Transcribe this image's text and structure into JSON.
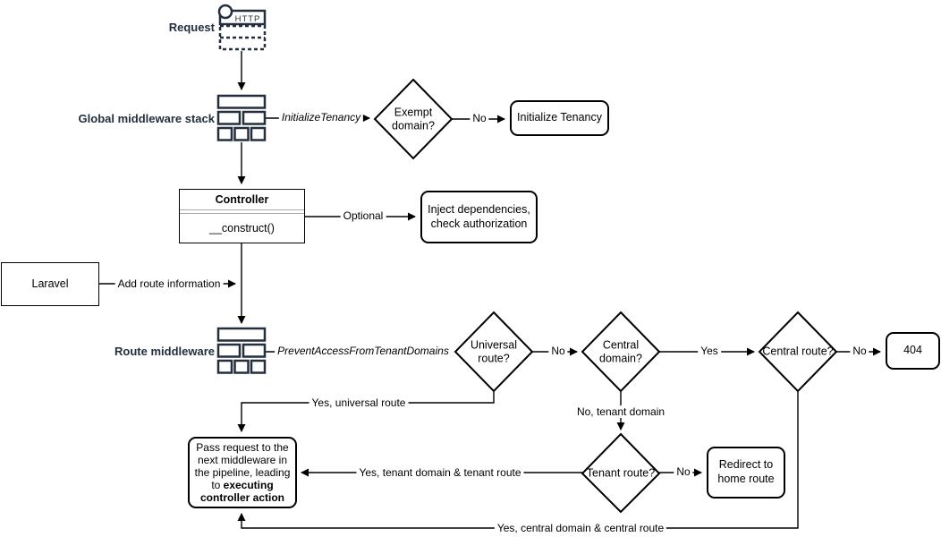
{
  "colors": {
    "accent_navy": "#232F3E",
    "line_black": "#000000",
    "separator_gray": "#aaaaaa",
    "background": "#ffffff"
  },
  "nodes": {
    "request": {
      "label": "Request",
      "icon_text": "HTTP"
    },
    "global_middleware": {
      "label": "Global middleware stack"
    },
    "exempt_domain": {
      "label": "Exempt domain?"
    },
    "initialize_tenancy": {
      "label": "Initialize Tenancy"
    },
    "controller": {
      "title": "Controller",
      "method": "__construct()"
    },
    "inject": {
      "label": "Inject dependencies, check authorization"
    },
    "laravel": {
      "label": "Laravel"
    },
    "route_middleware": {
      "label": "Route middleware"
    },
    "universal_route": {
      "label": "Universal route?"
    },
    "central_domain": {
      "label": "Central domain?"
    },
    "central_route": {
      "label": "Central route?"
    },
    "not_found": {
      "label": "404"
    },
    "tenant_route": {
      "label": "Tenant route?"
    },
    "redirect_home": {
      "label": "Redirect to home route"
    },
    "pass_request": {
      "text_normal": "Pass request to the next middleware in the pipeline, leading to ",
      "text_bold": "executing controller action"
    }
  },
  "edge_labels": {
    "initialize_tenancy_mw": "InitializeTenancy",
    "exempt_no": "No",
    "optional": "Optional",
    "add_route_info": "Add route information",
    "prevent_access": "PreventAccessFromTenantDomains",
    "universal_no": "No",
    "central_domain_yes": "Yes",
    "central_route_no": "No",
    "yes_universal": "Yes, universal route",
    "no_tenant_domain": "No, tenant domain",
    "tenant_no": "No",
    "yes_tenant": "Yes, tenant domain & tenant route",
    "yes_central": "Yes, central domain & central route"
  }
}
